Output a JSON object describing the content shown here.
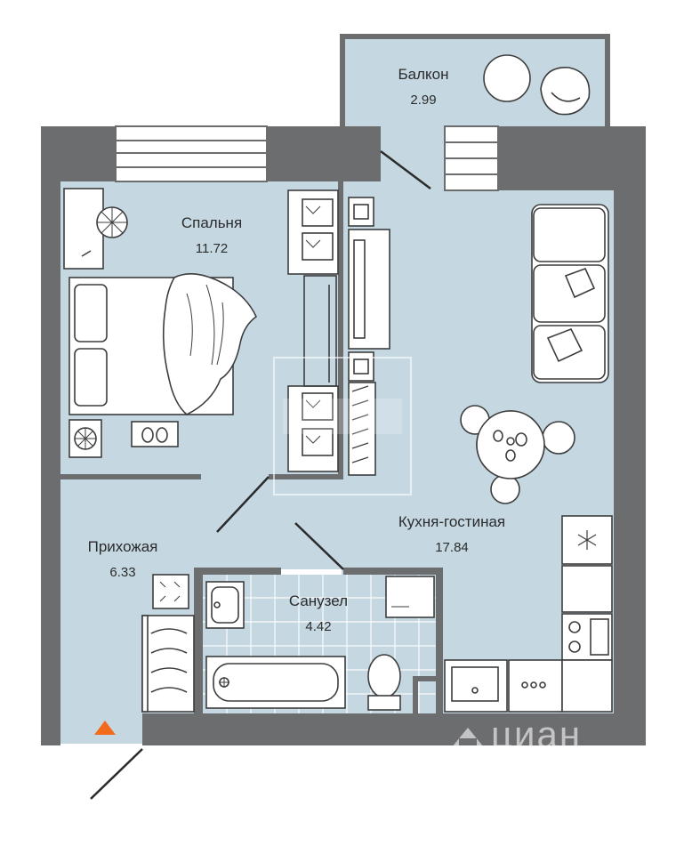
{
  "colors": {
    "floor": "#c5d8e2",
    "wall": "#6c6d6f",
    "wall_light": "#8c8d8f",
    "furniture_fill": "#ffffff",
    "furniture_stroke": "#3d3d3d",
    "entrance_marker": "#f26a1b",
    "tile_line": "#ffffff"
  },
  "rooms": {
    "balcony": {
      "name": "Балкон",
      "area": "2.99"
    },
    "bedroom": {
      "name": "Спальня",
      "area": "11.72"
    },
    "hallway": {
      "name": "Прихожая",
      "area": "6.33"
    },
    "bathroom": {
      "name": "Санузел",
      "area": "4.42"
    },
    "kitchen": {
      "name": "Кухня-гостиная",
      "area": "17.84"
    }
  },
  "watermark": {
    "brand": "ЦИАН",
    "brand_display": "циан"
  },
  "icons": {
    "entrance": "entrance-triangle-icon",
    "brand": "cian-house-logo-icon"
  }
}
